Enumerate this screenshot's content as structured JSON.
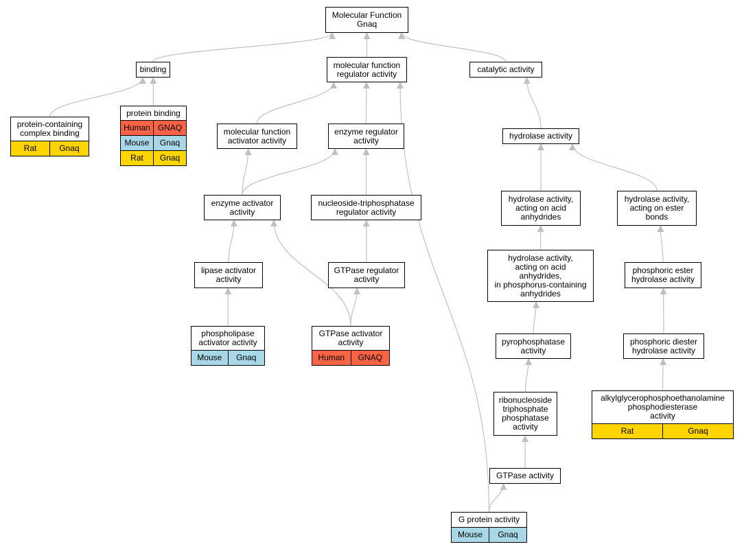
{
  "colors": {
    "edge": "#c0c0c0",
    "node_border": "#000000",
    "human": "#fa6445",
    "mouse": "#a8d8e8",
    "rat": "#ffd500"
  },
  "nodes": {
    "molecular_function": {
      "label": "Molecular Function\nGnaq"
    },
    "binding": {
      "label": "binding"
    },
    "mf_regulator": {
      "label": "molecular function\nregulator activity"
    },
    "catalytic": {
      "label": "catalytic activity"
    },
    "protein_complex_binding": {
      "label": "protein-containing\ncomplex binding",
      "rows": [
        [
          "Rat",
          "Gnaq"
        ]
      ]
    },
    "protein_binding": {
      "label": "protein binding",
      "rows": [
        [
          "Human",
          "GNAQ"
        ],
        [
          "Mouse",
          "Gnaq"
        ],
        [
          "Rat",
          "Gnaq"
        ]
      ]
    },
    "mf_activator": {
      "label": "molecular function\nactivator activity"
    },
    "enzyme_regulator": {
      "label": "enzyme regulator\nactivity"
    },
    "hydrolase": {
      "label": "hydrolase activity"
    },
    "enzyme_activator": {
      "label": "enzyme activator\nactivity"
    },
    "ntp_regulator": {
      "label": "nucleoside-triphosphatase\nregulator activity"
    },
    "hydrolase_acid_anhydrides": {
      "label": "hydrolase activity,\nacting on acid\nanhydrides"
    },
    "hydrolase_ester_bonds": {
      "label": "hydrolase activity,\nacting on ester\nbonds"
    },
    "lipase_activator": {
      "label": "lipase activator\nactivity"
    },
    "gtpase_regulator": {
      "label": "GTPase regulator\nactivity"
    },
    "hydrolase_phosphorus": {
      "label": "hydrolase activity,\nacting on acid\nanhydrides,\nin phosphorus-containing\nanhydrides"
    },
    "phosphoric_ester_hydrolase": {
      "label": "phosphoric ester\nhydrolase activity"
    },
    "phospholipase_activator": {
      "label": "phospholipase\nactivator activity",
      "rows": [
        [
          "Mouse",
          "Gnaq"
        ]
      ]
    },
    "gtpase_activator": {
      "label": "GTPase activator\nactivity",
      "rows": [
        [
          "Human",
          "GNAQ"
        ]
      ]
    },
    "pyrophosphatase": {
      "label": "pyrophosphatase\nactivity"
    },
    "phosphoric_diester_hydrolase": {
      "label": "phosphoric diester\nhydrolase activity"
    },
    "ribonucleoside_tp": {
      "label": "ribonucleoside\ntriphosphate\nphosphatase\nactivity"
    },
    "alkylglycero": {
      "label": "alkylglycerophosphoethanolamine\nphosphodiesterase\nactivity",
      "rows": [
        [
          "Rat",
          "Gnaq"
        ]
      ]
    },
    "gtpase_activity": {
      "label": "GTPase activity"
    },
    "g_protein_activity": {
      "label": "G protein activity",
      "rows": [
        [
          "Mouse",
          "Gnaq"
        ]
      ]
    }
  },
  "edges": [
    [
      "binding",
      "molecular_function"
    ],
    [
      "mf_regulator",
      "molecular_function"
    ],
    [
      "catalytic",
      "molecular_function"
    ],
    [
      "protein_complex_binding",
      "binding"
    ],
    [
      "protein_binding",
      "binding"
    ],
    [
      "mf_activator",
      "mf_regulator"
    ],
    [
      "enzyme_regulator",
      "mf_regulator"
    ],
    [
      "g_protein_activity",
      "mf_regulator"
    ],
    [
      "hydrolase",
      "catalytic"
    ],
    [
      "enzyme_activator",
      "mf_activator"
    ],
    [
      "enzyme_activator",
      "enzyme_regulator"
    ],
    [
      "ntp_regulator",
      "enzyme_regulator"
    ],
    [
      "hydrolase_acid_anhydrides",
      "hydrolase"
    ],
    [
      "hydrolase_ester_bonds",
      "hydrolase"
    ],
    [
      "lipase_activator",
      "enzyme_activator"
    ],
    [
      "gtpase_activator",
      "enzyme_activator"
    ],
    [
      "gtpase_regulator",
      "ntp_regulator"
    ],
    [
      "hydrolase_phosphorus",
      "hydrolase_acid_anhydrides"
    ],
    [
      "phosphoric_ester_hydrolase",
      "hydrolase_ester_bonds"
    ],
    [
      "phospholipase_activator",
      "lipase_activator"
    ],
    [
      "gtpase_activator",
      "gtpase_regulator"
    ],
    [
      "pyrophosphatase",
      "hydrolase_phosphorus"
    ],
    [
      "phosphoric_diester_hydrolase",
      "phosphoric_ester_hydrolase"
    ],
    [
      "ribonucleoside_tp",
      "pyrophosphatase"
    ],
    [
      "alkylglycero",
      "phosphoric_diester_hydrolase"
    ],
    [
      "gtpase_activity",
      "ribonucleoside_tp"
    ],
    [
      "g_protein_activity",
      "gtpase_activity"
    ]
  ]
}
